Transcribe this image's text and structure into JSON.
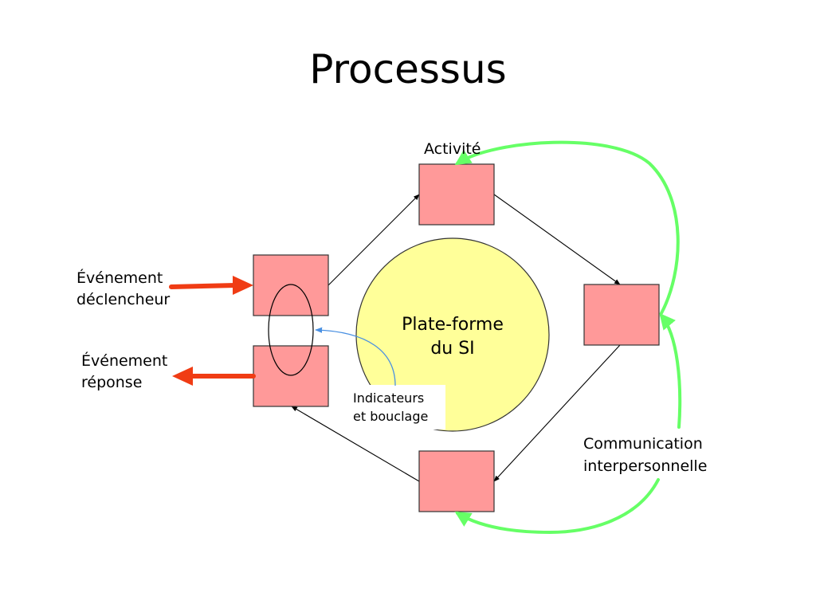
{
  "slide": {
    "title": "Processus"
  },
  "diagram": {
    "center_label": [
      "Plate-forme",
      "du SI"
    ],
    "activity_label": "Activité",
    "trigger_label": [
      "Événement",
      "déclencheur"
    ],
    "response_label": [
      "Événement",
      "réponse"
    ],
    "indicators_label": [
      "Indicateurs",
      "et bouclage"
    ],
    "communication_label": [
      "Communication",
      "interpersonnelle"
    ],
    "colors": {
      "box_fill": "#FF9999",
      "box_stroke": "#333333",
      "center_fill": "#FFFF99",
      "event_arrow": "#F03C14",
      "comm_arrow": "#66FF66",
      "feedback_arrow": "#4A90E2"
    }
  }
}
